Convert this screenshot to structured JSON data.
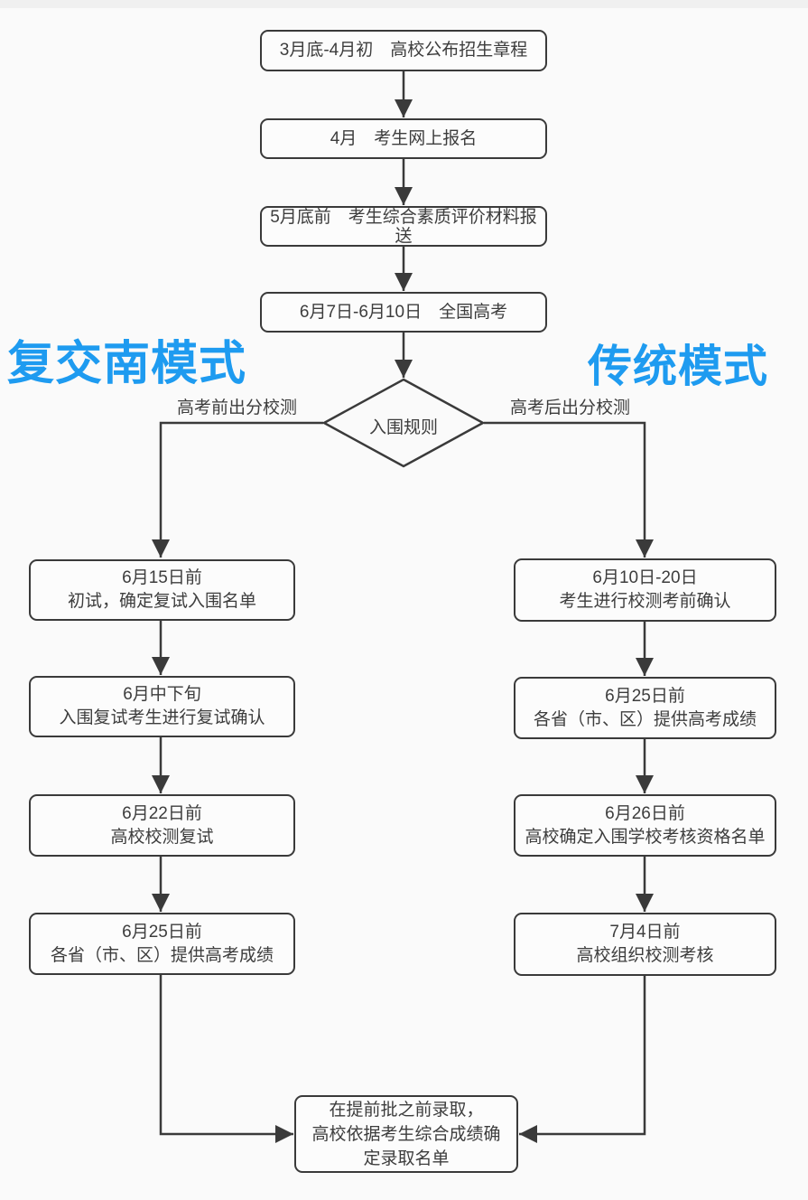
{
  "colors": {
    "background": "#fafafa",
    "line": "#3a3a3a",
    "text": "#3d3d3d",
    "accent_blue": "#1e9bf0",
    "node_fill": "#fcfcfc"
  },
  "flowchart": {
    "top_nodes": [
      {
        "lines": [
          "3月底-4月初　高校公布招生章程"
        ]
      },
      {
        "lines": [
          "4月　考生网上报名"
        ]
      },
      {
        "lines": [
          "5月底前　考生综合素质评价材料报",
          "送"
        ]
      },
      {
        "lines": [
          "6月7日-6月10日　全国高考"
        ]
      }
    ],
    "decision": {
      "label": "入围规则"
    },
    "left_mode": {
      "title": "复交南模式",
      "branch_label": "高考前出分校测",
      "nodes": [
        {
          "lines": [
            "6月15日前",
            "初试，确定复试入围名单"
          ]
        },
        {
          "lines": [
            "6月中下旬",
            "入围复试考生进行复试确认"
          ]
        },
        {
          "lines": [
            "6月22日前",
            "高校校测复试"
          ]
        },
        {
          "lines": [
            "6月25日前",
            "各省（市、区）提供高考成绩"
          ]
        }
      ]
    },
    "right_mode": {
      "title": "传统模式",
      "branch_label": "高考后出分校测",
      "nodes": [
        {
          "lines": [
            "6月10日-20日",
            "考生进行校测考前确认"
          ]
        },
        {
          "lines": [
            "6月25日前",
            "各省（市、区）提供高考成绩"
          ]
        },
        {
          "lines": [
            "6月26日前",
            "高校确定入围学校考核资格名单"
          ]
        },
        {
          "lines": [
            "7月4日前",
            "高校组织校测考核"
          ]
        }
      ]
    },
    "final_node": {
      "lines": [
        "在提前批之前录取，",
        "高校依据考生综合成绩确",
        "定录取名单"
      ]
    }
  }
}
